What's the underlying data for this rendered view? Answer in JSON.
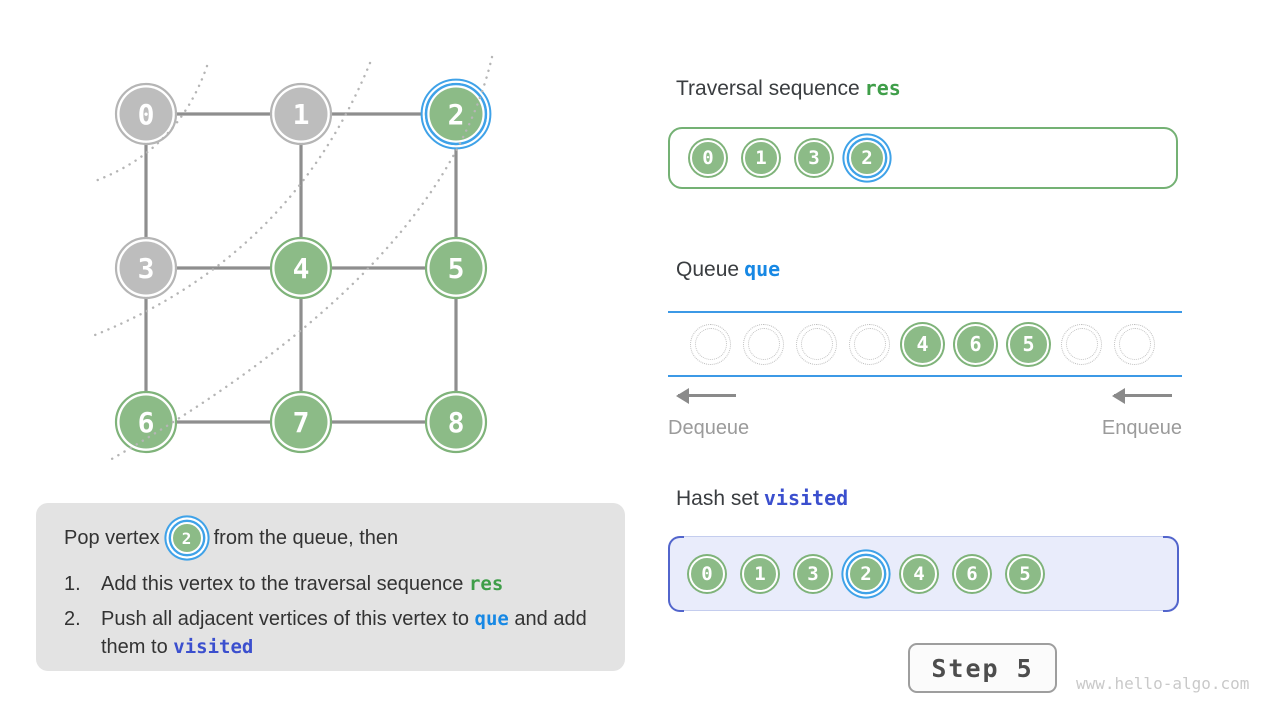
{
  "colors": {
    "node_green": "#8cbb87",
    "node_green_ring": "#7fb37a",
    "node_gray": "#bdbdbd",
    "node_gray_ring": "#b5b5b5",
    "current_ring": "#3fa2e8",
    "edge": "#8e8e8e",
    "arc_dots": "#b5b5b5",
    "res_accent": "#3f9e49",
    "que_accent": "#1788e4",
    "visited_accent": "#3b4fce",
    "res_box_border": "#74b174",
    "visited_box_border": "#c4cdee",
    "visited_box_bracket": "#5265cc",
    "visited_box_bg": "#e9ecfb",
    "queue_line": "#3c99e6"
  },
  "graph": {
    "nodes": [
      {
        "label": "0",
        "state": "done"
      },
      {
        "label": "1",
        "state": "done"
      },
      {
        "label": "2",
        "state": "current"
      },
      {
        "label": "3",
        "state": "done"
      },
      {
        "label": "4",
        "state": "default"
      },
      {
        "label": "5",
        "state": "default"
      },
      {
        "label": "6",
        "state": "default"
      },
      {
        "label": "7",
        "state": "default"
      },
      {
        "label": "8",
        "state": "default"
      }
    ],
    "edges": [
      [
        0,
        1
      ],
      [
        1,
        2
      ],
      [
        3,
        4
      ],
      [
        4,
        5
      ],
      [
        6,
        7
      ],
      [
        7,
        8
      ],
      [
        0,
        3
      ],
      [
        1,
        4
      ],
      [
        2,
        5
      ],
      [
        3,
        6
      ],
      [
        4,
        7
      ],
      [
        5,
        8
      ]
    ]
  },
  "traversal": {
    "title": "Traversal sequence",
    "var": "res",
    "items": [
      {
        "label": "0"
      },
      {
        "label": "1"
      },
      {
        "label": "3"
      },
      {
        "label": "2",
        "current": true
      }
    ]
  },
  "queue": {
    "title": "Queue",
    "var": "que",
    "slots": [
      null,
      null,
      null,
      null,
      "4",
      "6",
      "5",
      null,
      null
    ],
    "dequeue_label": "Dequeue",
    "enqueue_label": "Enqueue"
  },
  "hashset": {
    "title": "Hash set",
    "var": "visited",
    "items": [
      {
        "label": "0"
      },
      {
        "label": "1"
      },
      {
        "label": "3"
      },
      {
        "label": "2",
        "current": true
      },
      {
        "label": "4"
      },
      {
        "label": "6"
      },
      {
        "label": "5"
      }
    ]
  },
  "explanation": {
    "intro_before": "Pop vertex",
    "intro_badge": "2",
    "intro_after": "from the queue, then",
    "steps": [
      {
        "num": "1.",
        "segments": [
          {
            "text": "Add this vertex to the traversal sequence "
          },
          {
            "text": "res",
            "accent": "res"
          }
        ]
      },
      {
        "num": "2.",
        "segments": [
          {
            "text": "Push all adjacent vertices of this vertex to "
          },
          {
            "text": "que",
            "accent": "que"
          },
          {
            "text": " and add them to "
          },
          {
            "text": "visited",
            "accent": "visited"
          }
        ]
      }
    ]
  },
  "step_button": {
    "label": "Step 5"
  },
  "watermark": "www.hello-algo.com"
}
